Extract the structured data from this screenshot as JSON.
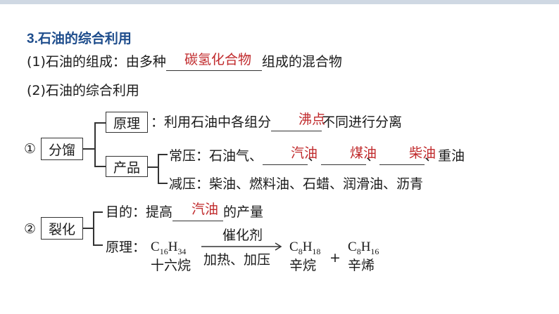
{
  "section_title": "3.石油的综合利用",
  "item1": {
    "prefix": "(1)石油的组成：由多种",
    "answer": "碳氢化合物",
    "suffix": "组成的混合物"
  },
  "item2": {
    "label": "(2)石油的综合利用"
  },
  "fractionation": {
    "marker": "①",
    "label": "分馏",
    "principle_label": "原理",
    "principle_prefix": "：利用石油中各组分",
    "principle_answer": "沸点",
    "principle_suffix": "不同进行分离",
    "products_label": "产品",
    "normal_prefix": "常压：石油气、",
    "normal_answers": [
      "汽油",
      "煤油",
      "柴油"
    ],
    "normal_sep": "、",
    "normal_suffix": "、重油",
    "vacuum_line": "减压：柴油、燃料油、石蜡、润滑油、沥青"
  },
  "cracking": {
    "marker": "②",
    "label": "裂化",
    "purpose_prefix": "目的：提高",
    "purpose_answer": "汽油",
    "purpose_suffix": "的产量",
    "principle_label": "原理：",
    "reactant": {
      "C": "C",
      "c_sub": "16",
      "H": "H",
      "h_sub": "34",
      "name": "十六烷"
    },
    "catalyst": "催化剂",
    "conditions": "加热、加压",
    "product1": {
      "C": "C",
      "c_sub": "8",
      "H": "H",
      "h_sub": "18",
      "name": "辛烷"
    },
    "plus": "+",
    "product2": {
      "C": "C",
      "c_sub": "8",
      "H": "H",
      "h_sub": "16",
      "name": "辛烯"
    }
  },
  "colors": {
    "heading": "#1e4d8c",
    "answer": "#c0292b",
    "topbar": "#cfd8e3"
  }
}
